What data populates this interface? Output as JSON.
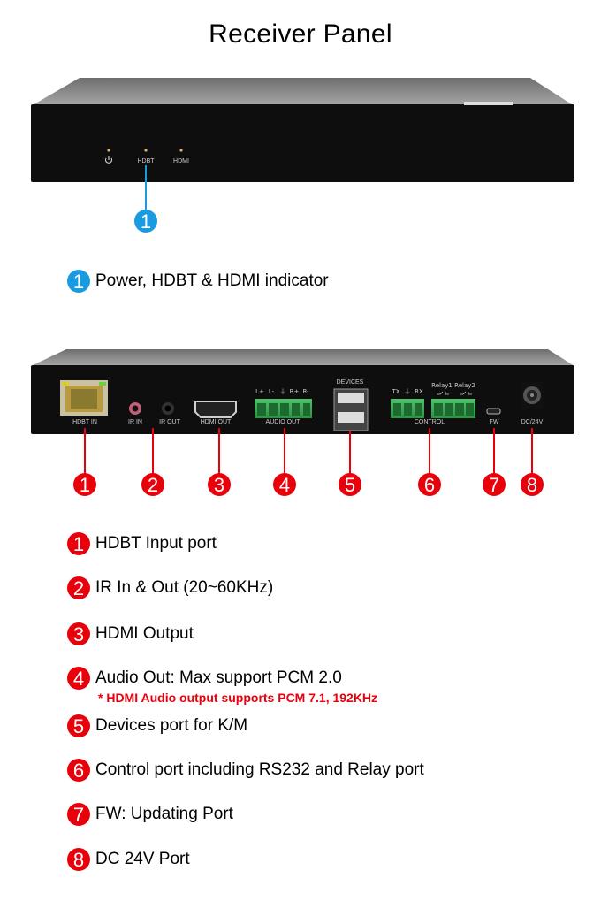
{
  "title": "Receiver Panel",
  "colors": {
    "callout_red": "#e8000b",
    "callout_blue": "#1a9be0",
    "device_body": "#111111",
    "device_lid": "#8a8a8a"
  },
  "front_panel": {
    "led_labels": [
      "HDBT",
      "HDMI"
    ],
    "power_icon": "power-icon",
    "callout": "1"
  },
  "front_legend": [
    {
      "num": "1",
      "text": "Power, HDBT & HDMI indicator"
    }
  ],
  "rear_panel": {
    "hdbt_in": "HDBT IN",
    "ir_in": "IR IN",
    "ir_out": "IR OUT",
    "hdmi_out": "HDMI OUT",
    "audio_pins": [
      "L+",
      "L-",
      "⏚",
      "R+",
      "R-"
    ],
    "audio_out": "AUDIO OUT",
    "devices": "DEVICES",
    "control_pins": [
      "TX",
      "⏚",
      "RX"
    ],
    "relay1": "Relay1",
    "relay2": "Relay2",
    "control": "CONTROL",
    "fw": "FW",
    "dc": "DC/24V",
    "callouts": [
      "1",
      "2",
      "3",
      "4",
      "5",
      "6",
      "7",
      "8"
    ]
  },
  "rear_legend": [
    {
      "num": "1",
      "text": "HDBT Input port"
    },
    {
      "num": "2",
      "text": "IR In & Out (20~60KHz)"
    },
    {
      "num": "3",
      "text": "HDMI Output"
    },
    {
      "num": "4",
      "text": "Audio Out: Max support PCM 2.0"
    },
    {
      "num": "5",
      "text": "Devices port for K/M"
    },
    {
      "num": "6",
      "text": "Control port including RS232 and Relay port"
    },
    {
      "num": "7",
      "text": "FW: Updating Port"
    },
    {
      "num": "8",
      "text": "DC 24V Port"
    }
  ],
  "audio_note": "* HDMI Audio output supports PCM 7.1, 192KHz"
}
